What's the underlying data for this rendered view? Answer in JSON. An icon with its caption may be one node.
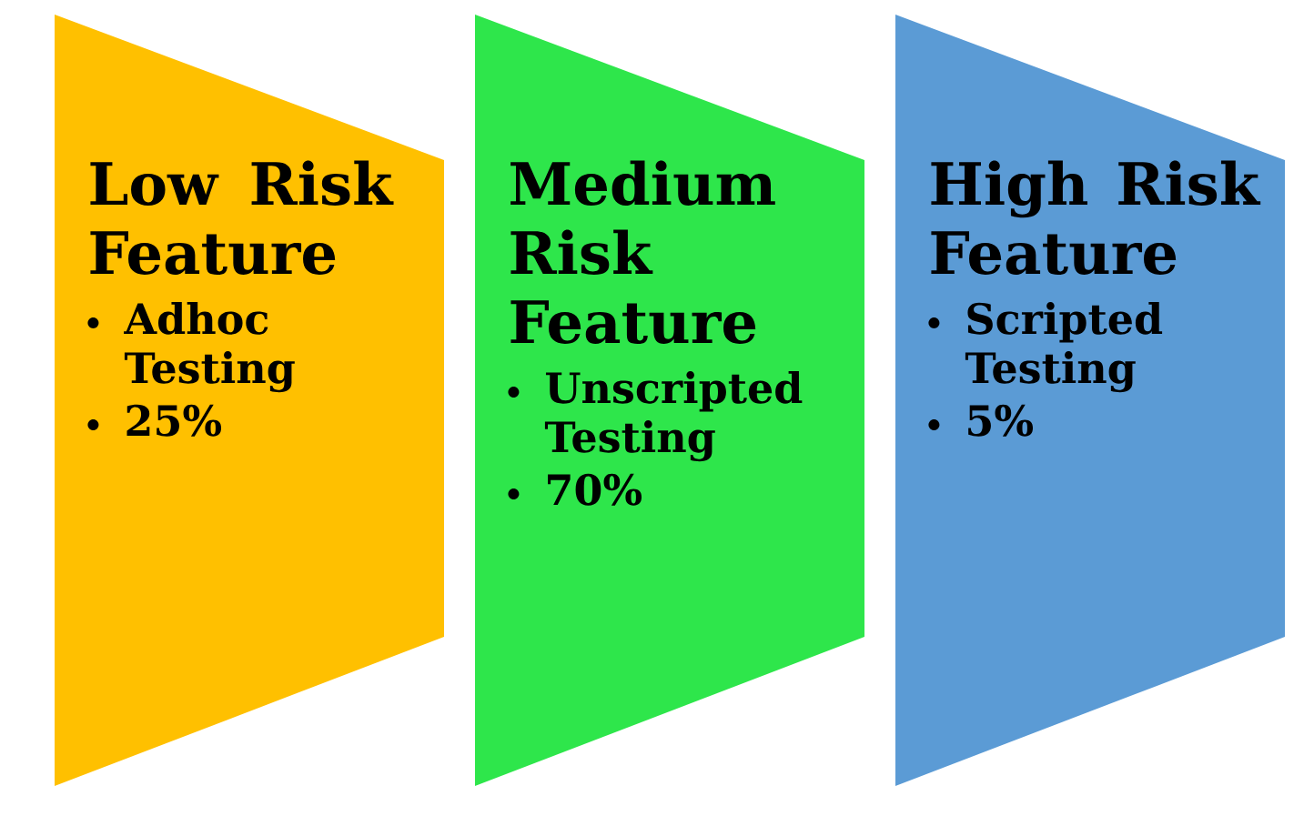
{
  "diagram": {
    "nodes": [
      {
        "text": [
          "Low Risk Feature",
          "Adhoc Testing",
          "25%"
        ]
      },
      {
        "text": [
          "Medium Risk Feature",
          "Unscripted Testing",
          "70%"
        ]
      },
      {
        "text": [
          "High Risk Feature",
          "Scripted Testing",
          "5%"
        ]
      }
    ]
  }
}
